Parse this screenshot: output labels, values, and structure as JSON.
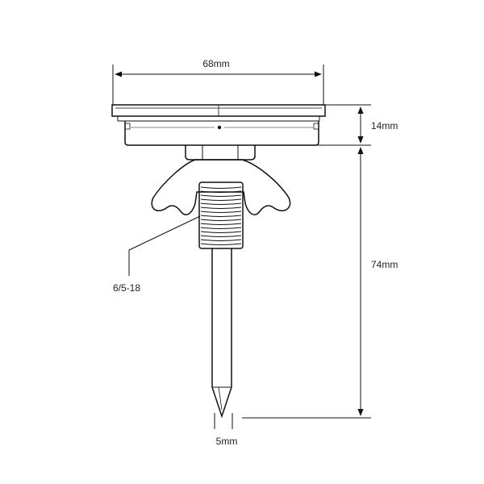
{
  "dimensions": {
    "width_top": "68mm",
    "head_height": "14mm",
    "spike_length": "74mm",
    "tip_width": "5mm"
  },
  "callouts": {
    "thread": "6/5-18"
  },
  "colors": {
    "line": "#111111",
    "background": "#ffffff"
  }
}
